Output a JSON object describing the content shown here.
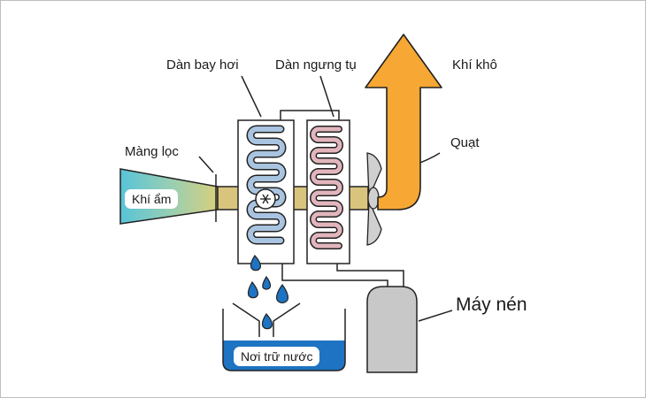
{
  "labels": {
    "evaporator": "Dàn bay hơi",
    "condenser": "Dàn ngưng tụ",
    "dry_air": "Khí khô",
    "filter": "Màng lọc",
    "fan": "Quạt",
    "humid_air": "Khí ẩm",
    "compressor": "Máy nén",
    "water_tank": "Nơi trữ nước"
  },
  "icons": {
    "snowflake": "snowflake-icon",
    "arrow": "arrow-up-icon"
  },
  "colors": {
    "outline": "#222222",
    "evaporator_coil": "#a9c4e0",
    "condenser_coil": "#e2b5bd",
    "airflow": "#f7a733",
    "humid_air": "#58c4d8",
    "water": "#1e73c2",
    "compressor": "#c8c8c8"
  }
}
